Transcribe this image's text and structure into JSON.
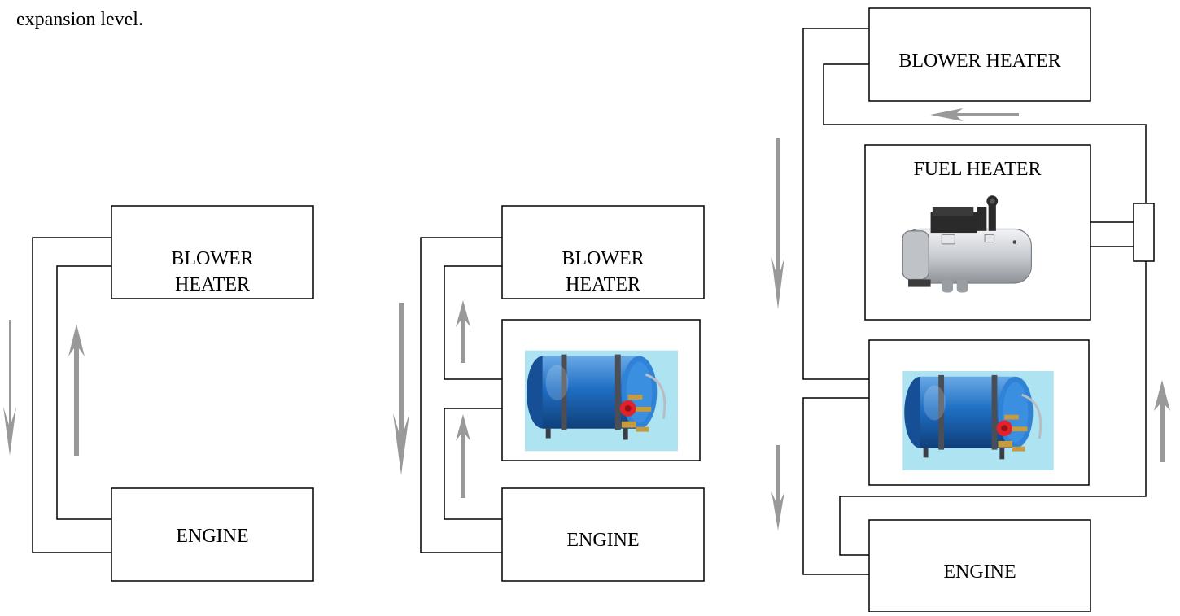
{
  "intro_text": "expansion level.",
  "colors": {
    "arrow": "#999999",
    "line": "#000000",
    "box_fill": "#ffffff",
    "tank_background": "#aee3f2",
    "tank_body": "#1f6fc4",
    "tank_band": "#4a4f57",
    "fitting_brass": "#c79a3c",
    "valve_red": "#e0222a",
    "heater_silver": "#cfd2d6",
    "heater_dark": "#2a2a2a"
  },
  "diagrams": [
    {
      "id": "diagram-1",
      "components": [
        {
          "kind": "box",
          "lines": [
            "BLOWER",
            "HEATER"
          ]
        },
        {
          "kind": "box",
          "lines": [
            "ENGINE"
          ]
        }
      ]
    },
    {
      "id": "diagram-2",
      "components": [
        {
          "kind": "box",
          "lines": [
            "BLOWER",
            "HEATER"
          ]
        },
        {
          "kind": "image-box",
          "image": "water-tank"
        },
        {
          "kind": "box",
          "lines": [
            "ENGINE"
          ]
        }
      ]
    },
    {
      "id": "diagram-3",
      "components": [
        {
          "kind": "box",
          "lines": [
            "BLOWER HEATER"
          ]
        },
        {
          "kind": "image-box",
          "lines": [
            "FUEL HEATER"
          ],
          "image": "fuel-heater"
        },
        {
          "kind": "image-box",
          "image": "water-tank"
        },
        {
          "kind": "box",
          "lines": [
            "ENGINE"
          ]
        },
        {
          "kind": "connector",
          "image": "valve"
        }
      ]
    }
  ]
}
